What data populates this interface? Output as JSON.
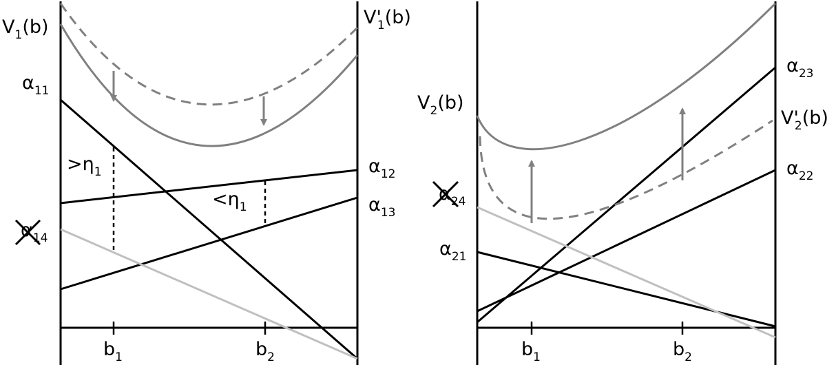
{
  "left_panel": {
    "value_label": {
      "main": "V",
      "sub": "1",
      "tail": "(b)"
    },
    "updated_label": {
      "main": "V'",
      "sub": "1",
      "tail": "(b)"
    },
    "alpha_labels": [
      {
        "id": "a11",
        "main": "α",
        "sub": "11"
      },
      {
        "id": "a12",
        "main": "α",
        "sub": "12"
      },
      {
        "id": "a13",
        "main": "α",
        "sub": "13"
      },
      {
        "id": "a14",
        "main": "α",
        "sub": "14",
        "crossed": true
      }
    ],
    "gap_labels": [
      {
        "main": ">η",
        "sub": "1"
      },
      {
        "main": "<η",
        "sub": "1"
      }
    ],
    "ticks": [
      {
        "main": "b",
        "sub": "1"
      },
      {
        "main": "b",
        "sub": "2"
      }
    ]
  },
  "right_panel": {
    "value_label": {
      "main": "V",
      "sub": "2",
      "tail": "(b)"
    },
    "updated_label": {
      "main": "V'",
      "sub": "2",
      "tail": "(b)"
    },
    "alpha_labels": [
      {
        "id": "a21",
        "main": "α",
        "sub": "21"
      },
      {
        "id": "a22",
        "main": "α",
        "sub": "22"
      },
      {
        "id": "a23",
        "main": "α",
        "sub": "23"
      },
      {
        "id": "a24",
        "main": "α",
        "sub": "24",
        "crossed": true
      }
    ],
    "ticks": [
      {
        "main": "b",
        "sub": "1"
      },
      {
        "main": "b",
        "sub": "2"
      }
    ]
  },
  "colors": {
    "line": "#000000",
    "value_curve": "#808080",
    "pruned_line": "#c0c0c0"
  }
}
